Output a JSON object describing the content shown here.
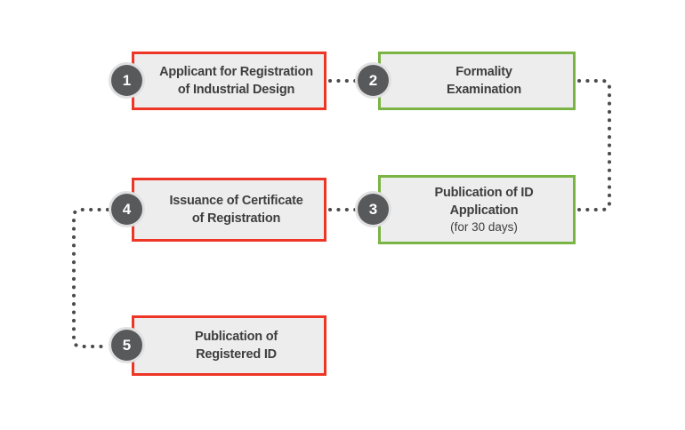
{
  "diagram": {
    "type": "process-flowchart",
    "background_color": "#ffffff",
    "colors": {
      "red_border": "#ed3626",
      "green_border": "#7ab444",
      "box_fill": "#ededed",
      "badge_fill": "#58595b",
      "badge_ring": "#e0e0e0",
      "badge_text": "#ffffff",
      "dot_line": "#4b4b4d",
      "label_text": "#3e3e3f"
    },
    "steps": [
      {
        "number": "1",
        "line1": "Applicant for Registration",
        "line2": "of Industrial Design",
        "sub": "",
        "border": "red"
      },
      {
        "number": "2",
        "line1": "Formality",
        "line2": "Examination",
        "sub": "",
        "border": "green"
      },
      {
        "number": "3",
        "line1": "Publication of ID",
        "line2": "Application",
        "sub": "(for 30 days)",
        "border": "green"
      },
      {
        "number": "4",
        "line1": "Issuance of Certificate",
        "line2": "of Registration",
        "sub": "",
        "border": "red"
      },
      {
        "number": "5",
        "line1": "Publication of",
        "line2": "Registered ID",
        "sub": "",
        "border": "red"
      }
    ],
    "connectors": [
      {
        "from": "1",
        "to": "2",
        "style": "dotted-horizontal"
      },
      {
        "from": "2",
        "to": "3",
        "style": "dotted-elbow-right"
      },
      {
        "from": "3",
        "to": "4",
        "style": "dotted-horizontal"
      },
      {
        "from": "4",
        "to": "5",
        "style": "dotted-elbow-left"
      }
    ]
  }
}
